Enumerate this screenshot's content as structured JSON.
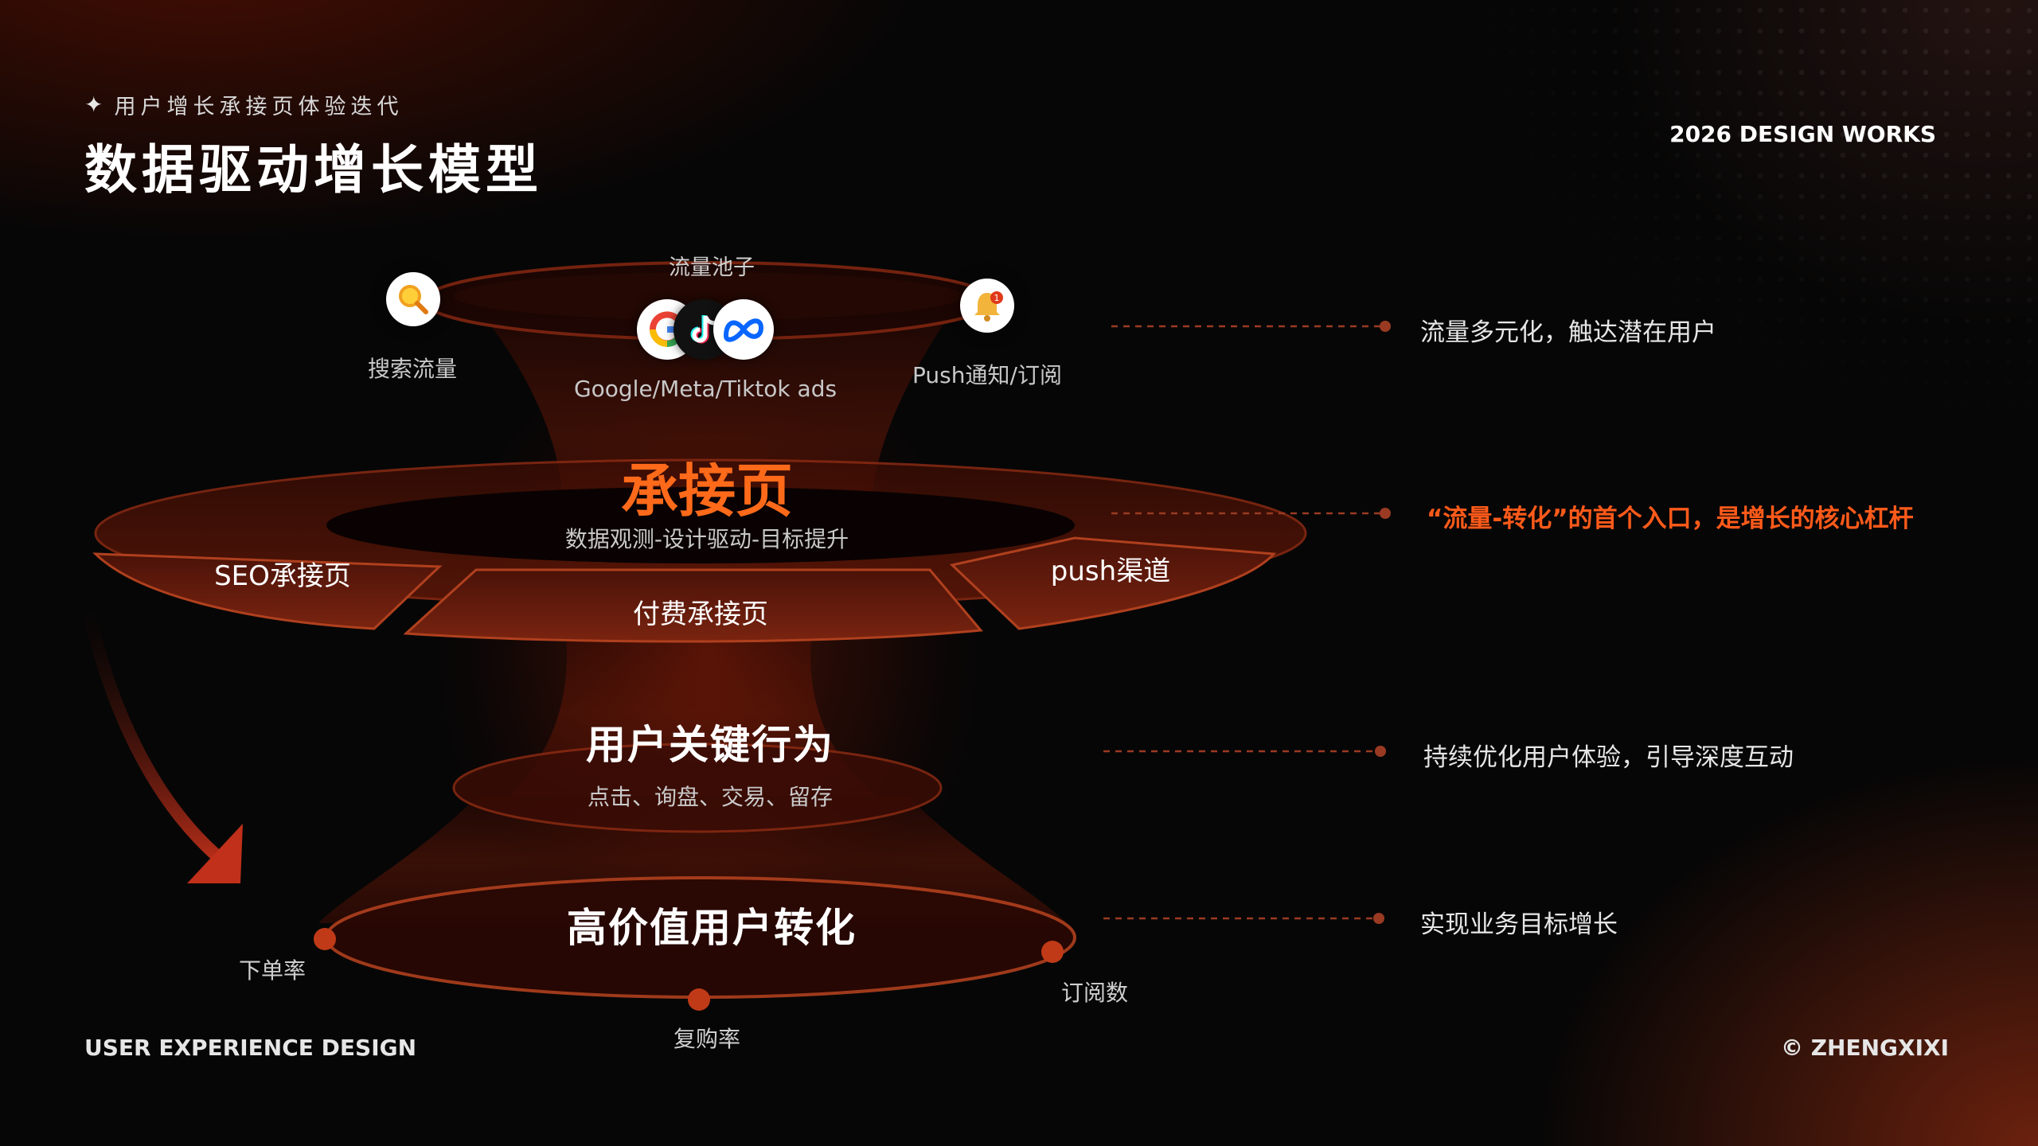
{
  "header": {
    "subtitle": "用户增长承接页体验迭代",
    "title": "数据驱动增长模型",
    "brand": "2026 DESIGN WORKS"
  },
  "footer": {
    "left": "USER EXPERIENCE DESIGN",
    "right": "© ZHENGXIXI"
  },
  "traffic": {
    "pool_label": "流量池子",
    "search_label": "搜索流量",
    "ads_label": "Google/Meta/Tiktok ads",
    "push_label": "Push通知/订阅",
    "icons": [
      "search-icon",
      "google-icon",
      "tiktok-icon",
      "meta-icon",
      "bell-icon"
    ]
  },
  "landing": {
    "title": "承接页",
    "subtitle": "数据观测-设计驱动-目标提升",
    "segments": [
      "SEO承接页",
      "付费承接页",
      "push渠道"
    ]
  },
  "behavior": {
    "title": "用户关键行为",
    "subtitle": "点击、询盘、交易、留存"
  },
  "conversion": {
    "title": "高价值用户转化",
    "metrics": [
      "下单率",
      "复购率",
      "订阅数"
    ]
  },
  "notes": [
    "流量多元化，触达潜在用户",
    "“流量-转化”的首个入口，是增长的核心杠杆",
    "持续优化用户体验，引导深度互动",
    "实现业务目标增长"
  ],
  "colors": {
    "accent": "#ff6a1a",
    "ring": "#8a2a12"
  }
}
